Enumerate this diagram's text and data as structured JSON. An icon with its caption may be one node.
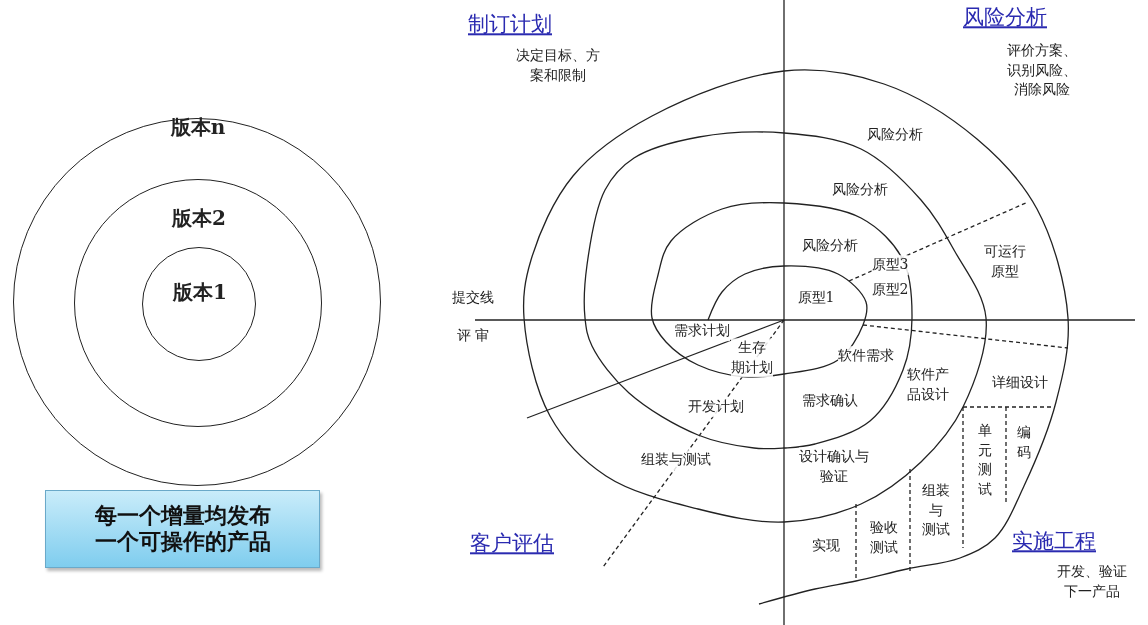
{
  "diagram": {
    "nodes": [
      {
        "text": [
          "版本n"
        ]
      },
      {
        "text": [
          "版本2"
        ],
        "in": 0
      },
      {
        "text": [
          "版本1"
        ],
        "in": 1
      },
      {
        "text": [
          "每一个增量均发布一个可操作的产品"
        ]
      }
    ],
    "labels": [
      "制订计划",
      "决定目标、方案和限制",
      "风险分析",
      "评价方案、识别风险、消除风险",
      "风险分析",
      "风险分析",
      "风险分析",
      "可运行原型",
      "原型3",
      "提交线",
      "原型2",
      "原型1",
      "评 审",
      "需求计划",
      "生存期计划",
      "软件需求",
      "软件产品设计",
      "详细设计",
      "需求确认",
      "开发计划",
      "编码",
      "单元测试",
      "组装与测试",
      "设计确认与验证",
      "组装与测试",
      "验收测试",
      "客户评估",
      "实施工程",
      "实现",
      "开发、验证下一产品"
    ]
  }
}
